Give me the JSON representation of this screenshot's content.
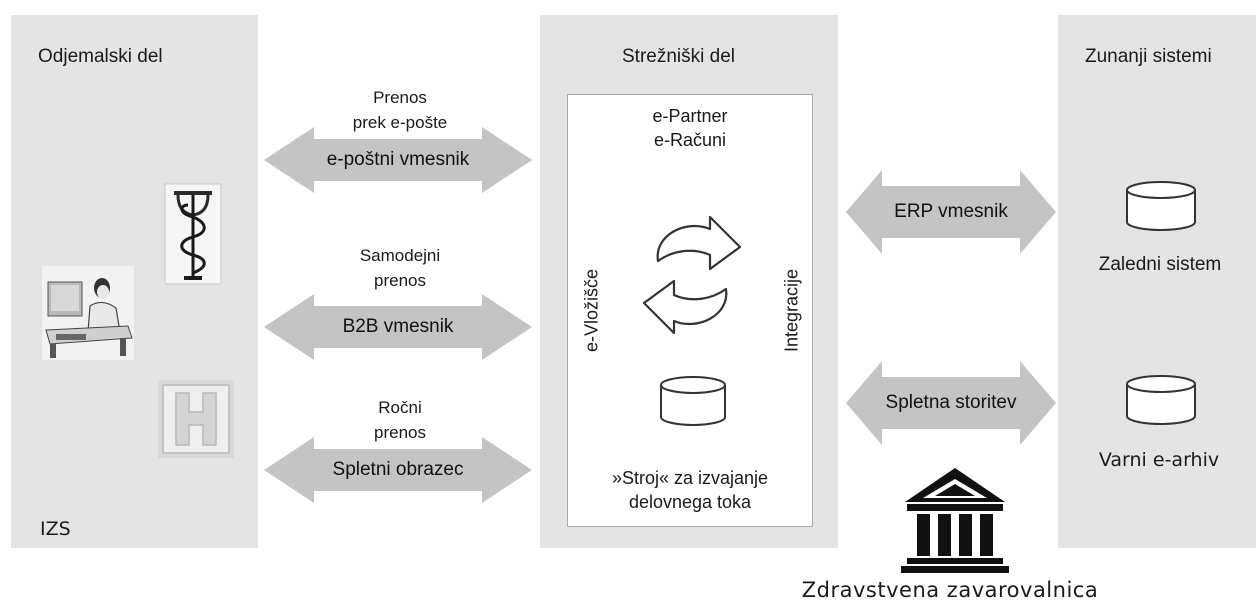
{
  "panels": {
    "client": {
      "title": "Odjemalski del",
      "footer": "IZS"
    },
    "server": {
      "title": "Strežniški del",
      "partner_line1": "e-Partner",
      "partner_line2": "e-Računi",
      "left_vertical": "e-Vložišče",
      "right_vertical": "Integracije",
      "engine_line1": "»Stroj« za izvajanje",
      "engine_line2": "delovnega toka"
    },
    "external": {
      "title": "Zunanji sistemi",
      "backend_label": "Zaledni sistem",
      "archive_label": "Varni e-arhiv"
    }
  },
  "left_channels": [
    {
      "caption_line1": "Prenos",
      "caption_line2": "prek e-pošte",
      "arrow_label": "e-poštni vmesnik"
    },
    {
      "caption_line1": "Samodejni",
      "caption_line2": "prenos",
      "arrow_label": "B2B vmesnik"
    },
    {
      "caption_line1": "Ročni",
      "caption_line2": "prenos",
      "arrow_label": "Spletni obrazec"
    }
  ],
  "right_channels": [
    {
      "arrow_label": "ERP vmesnik"
    },
    {
      "arrow_label": "Spletna storitev"
    }
  ],
  "insurer": {
    "label": "Zdravstvena zavarovalnica"
  },
  "icons": {
    "pharmacy": "caduceus-icon",
    "doctor": "person-at-desk-icon",
    "hospital": "hospital-h-icon",
    "sync": "sync-arrows-icon",
    "database": "database-icon",
    "institution": "institution-building-icon"
  },
  "colors": {
    "panel": "#e4e4e4",
    "arrow": "#c4c4c4"
  }
}
